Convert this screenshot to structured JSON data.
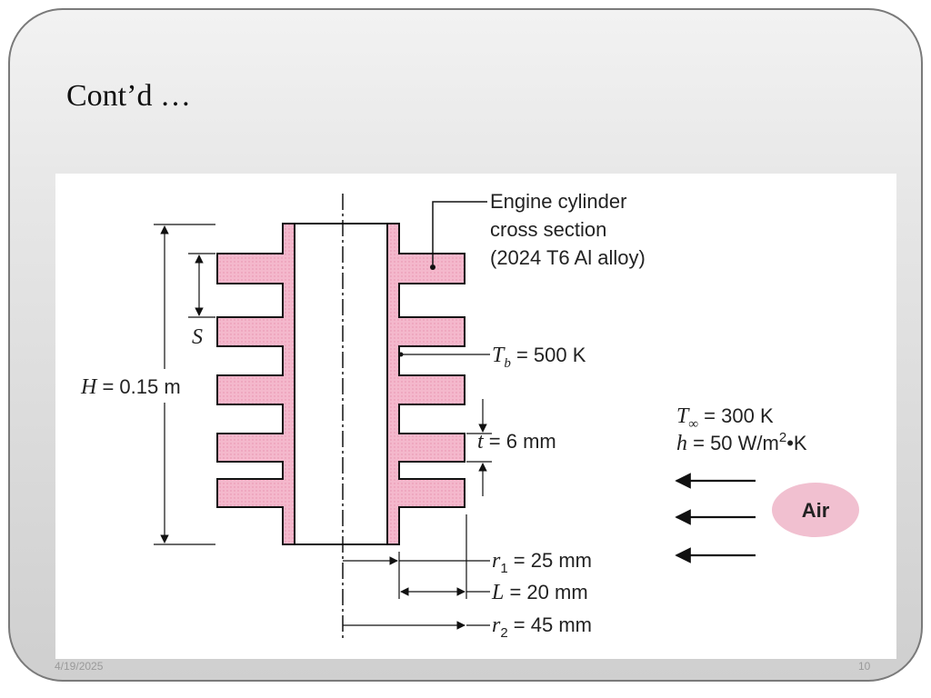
{
  "slide": {
    "title": "Cont’d …",
    "footer_date": "4/19/2025",
    "page_number": "10"
  },
  "diagram": {
    "callout": {
      "line1": "Engine cylinder",
      "line2": "cross section",
      "line3": "(2024 T6 Al alloy)"
    },
    "H": {
      "symbol": "H",
      "rest": " = 0.15 m"
    },
    "S": {
      "symbol": "S"
    },
    "Tb": {
      "symbol": "T",
      "sub": "b",
      "rest": " = 500 K"
    },
    "t": {
      "symbol": "t",
      "rest": " = 6 mm"
    },
    "Tinf": {
      "symbol": "T",
      "sub": "∞",
      "rest": " = 300 K"
    },
    "h": {
      "symbol": "h",
      "rest": " = 50 W/m",
      "sup": "2",
      "rest2": "•K"
    },
    "air": "Air",
    "r1": {
      "symbol": "r",
      "sub": "1",
      "rest": " = 25 mm"
    },
    "L": {
      "symbol": "L",
      "rest": " = 20 mm"
    },
    "r2": {
      "symbol": "r",
      "sub": "2",
      "rest": " = 45 mm"
    },
    "colors": {
      "fin_fill": "#f4b8cc",
      "fin_stroke": "#111111",
      "air_fill": "#f1c0d0"
    }
  }
}
